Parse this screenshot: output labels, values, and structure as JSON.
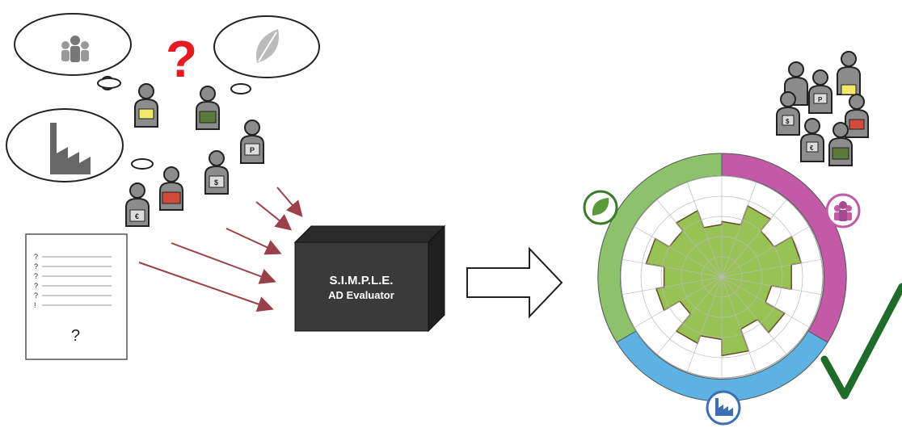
{
  "question_mark": "?",
  "document": {
    "bullets": [
      "?",
      "?",
      "?",
      "?",
      "?",
      "!"
    ],
    "footer_mark": "?"
  },
  "evaluator": {
    "line1": "S.I.M.P.L.E.",
    "line2": "AD Evaluator"
  },
  "stakeholders": {
    "badges": [
      "P",
      "$",
      "€",
      "P",
      "$",
      "€"
    ]
  },
  "colors": {
    "person": "#8c8c8c",
    "person_outline": "#222222",
    "badge_yellow": "#f2e86a",
    "badge_green": "#5b7b3a",
    "badge_red": "#d24a3a",
    "arrow": "#9a4048",
    "box_front": "#3a3a3a",
    "box_side": "#1f1f1f",
    "ring_green": "#8cc26b",
    "ring_purple": "#c25aa8",
    "ring_blue": "#5cb3e3",
    "radar_fill": "#97c254",
    "radar_edge": "#6a4a2a",
    "check": "#1f6b2a"
  },
  "icons": {
    "crowd": "people-icon",
    "leaf": "leaf-icon",
    "factory": "factory-icon",
    "checkmark": "checkmark-icon"
  }
}
